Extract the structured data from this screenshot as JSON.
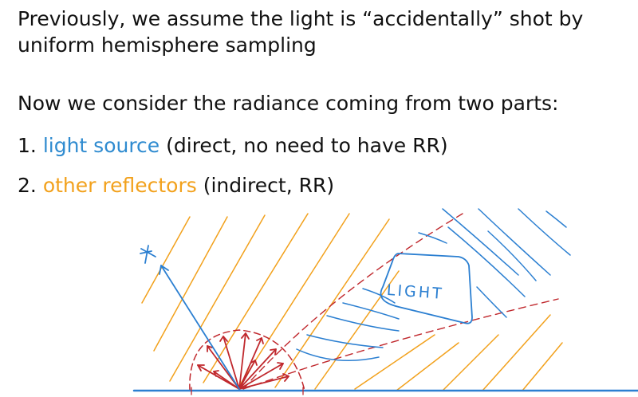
{
  "text": {
    "line1": "Previously, we assume the light is “accidentally” shot by",
    "line2": "uniform hemisphere sampling",
    "line3": "Now we consider the radiance coming from two parts:",
    "item1": {
      "prefix": "1. ",
      "highlight": "light source",
      "rest": " (direct, no need to have RR)"
    },
    "item2": {
      "prefix": "2. ",
      "highlight": "other reflectors",
      "rest": " (indirect, RR)"
    }
  },
  "sketch": {
    "light_label": "LIGHT"
  },
  "colors": {
    "text": "#111111",
    "direct_blue": "#2f8bd0",
    "indirect_orange": "#f2a11c",
    "sample_red": "#c0282d",
    "light_blue": "#2b7fd1"
  }
}
